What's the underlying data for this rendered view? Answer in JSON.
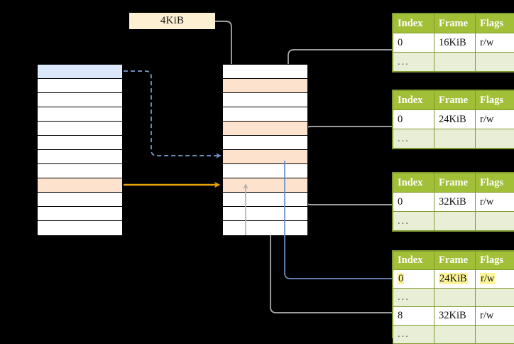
{
  "diagram": {
    "title_callout": {
      "label": "4KiB"
    },
    "virtual_column": {
      "name": "virtual-address-space-column",
      "rows": [
        {
          "style": "blue"
        },
        {
          "style": "plain"
        },
        {
          "style": "plain"
        },
        {
          "style": "plain"
        },
        {
          "style": "plain"
        },
        {
          "style": "plain"
        },
        {
          "style": "plain"
        },
        {
          "style": "plain"
        },
        {
          "style": "peach"
        },
        {
          "style": "plain"
        },
        {
          "style": "plain"
        },
        {
          "style": "plain"
        }
      ]
    },
    "physical_column": {
      "name": "physical-memory-column",
      "rows": [
        {
          "style": "plain"
        },
        {
          "style": "peach"
        },
        {
          "style": "plain"
        },
        {
          "style": "plain"
        },
        {
          "style": "peach"
        },
        {
          "style": "plain"
        },
        {
          "style": "peach"
        },
        {
          "style": "plain"
        },
        {
          "style": "peach"
        },
        {
          "style": "plain"
        },
        {
          "style": "plain"
        },
        {
          "style": "plain"
        }
      ]
    },
    "page_tables": [
      {
        "name": "page-table-1",
        "headers": [
          "Index",
          "Frame",
          "Flags"
        ],
        "rows": [
          {
            "index": "0",
            "frame": "16KiB",
            "flags": "r/w",
            "highlight": false
          },
          {
            "index": "...",
            "frame": "",
            "flags": "",
            "ellipsis": true
          }
        ]
      },
      {
        "name": "page-table-2",
        "headers": [
          "Index",
          "Frame",
          "Flags"
        ],
        "rows": [
          {
            "index": "0",
            "frame": "24KiB",
            "flags": "r/w",
            "highlight": false
          },
          {
            "index": "...",
            "frame": "",
            "flags": "",
            "ellipsis": true
          }
        ]
      },
      {
        "name": "page-table-3",
        "headers": [
          "Index",
          "Frame",
          "Flags"
        ],
        "rows": [
          {
            "index": "0",
            "frame": "32KiB",
            "flags": "r/w",
            "highlight": false
          },
          {
            "index": "...",
            "frame": "",
            "flags": "",
            "ellipsis": true
          }
        ]
      },
      {
        "name": "page-table-4",
        "headers": [
          "Index",
          "Frame",
          "Flags"
        ],
        "rows": [
          {
            "index": "0",
            "frame": "24KiB",
            "flags": "r/w",
            "highlight": true
          },
          {
            "index": "...",
            "frame": "",
            "flags": "",
            "ellipsis": true
          },
          {
            "index": "8",
            "frame": "32KiB",
            "flags": "r/w",
            "highlight": false
          },
          {
            "index": "...",
            "frame": "",
            "flags": "",
            "ellipsis": true
          }
        ]
      }
    ],
    "colors": {
      "background": "#000000",
      "header_green": "#a2c037",
      "ellipsis_row": "#e9eed6",
      "highlight_yellow": "#fdf49a",
      "callout_cream": "#fdefd2",
      "row_blue": "#dbe8fb",
      "row_peach": "#fde3cd",
      "arrow_grey": "#b3b3b3",
      "arrow_blue": "#6b8fc4",
      "arrow_orange": "#e8a200",
      "arrow_dashed_blue": "#7b9fd4"
    }
  }
}
